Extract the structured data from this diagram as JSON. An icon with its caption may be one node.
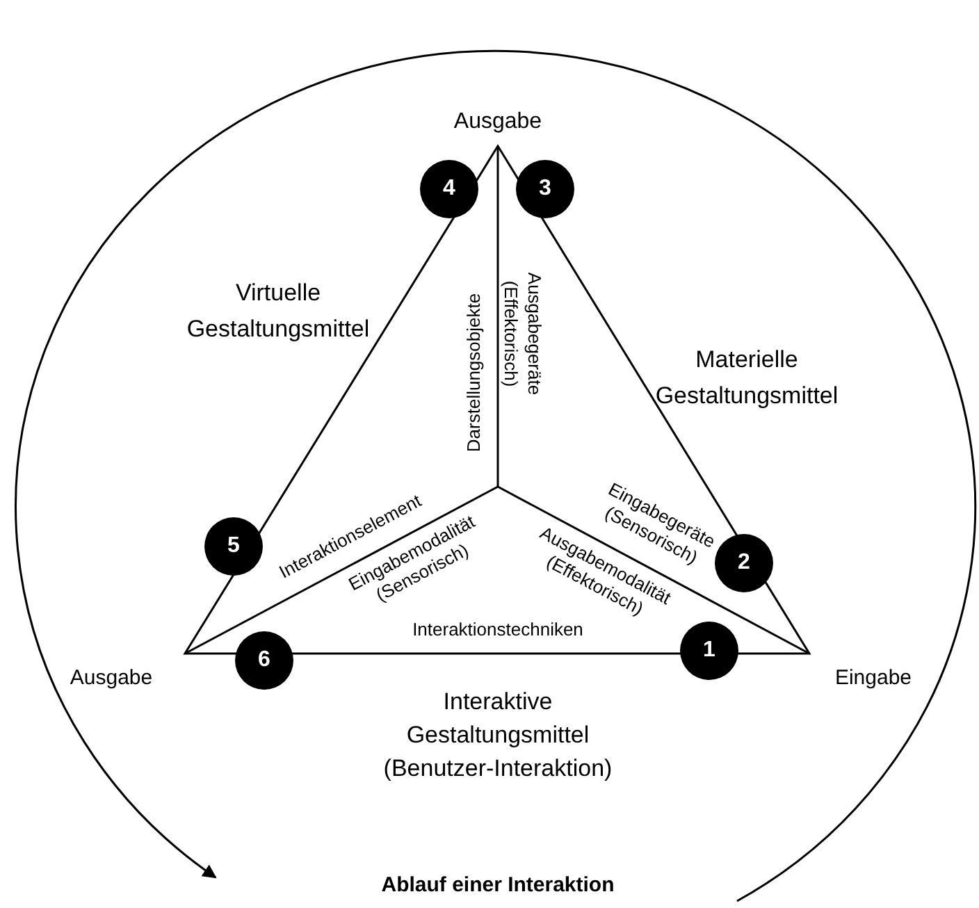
{
  "diagram": {
    "nodes": [
      {
        "text": [
          "1"
        ]
      },
      {
        "text": [
          "2"
        ]
      },
      {
        "text": [
          "3"
        ]
      },
      {
        "text": [
          "4"
        ]
      },
      {
        "text": [
          "5"
        ]
      },
      {
        "text": [
          "6"
        ]
      }
    ],
    "labels": [
      "Ausgabe",
      "Virtuelle Gestaltungsmittel",
      "Darstellungsobjekte",
      "Ausgabegeräte (Effektorisch)",
      "Materielle Gestaltungsmittel",
      "Interaktionselement",
      "Eingabegeräte (Sensorisch)",
      "Eingabemodalität (Sensorisch)",
      "Ausgabemodalität (Effektorisch)",
      "Interaktionstechniken",
      "Ausgabe",
      "Eingabe",
      "Interaktive Gestaltungsmittel (Benutzer-Interaktion)",
      "Ablauf einer Interaktion"
    ]
  }
}
